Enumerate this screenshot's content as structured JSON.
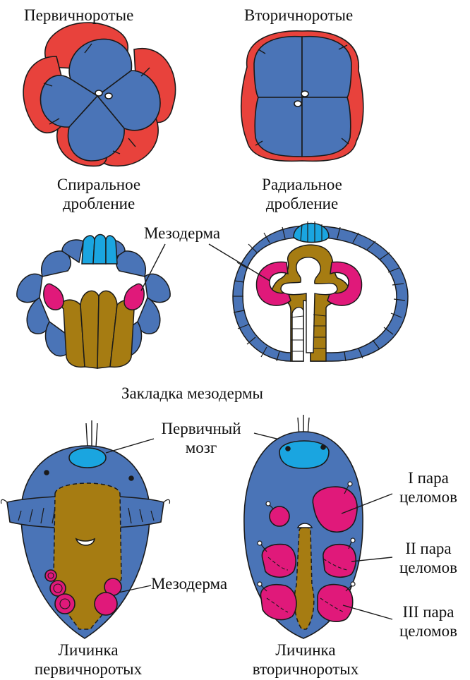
{
  "labels": {
    "protostomes": "Первичноротые",
    "deuterostomes": "Вторичноротые",
    "spiral_line1": "Спиральное",
    "spiral_line2": "дробление",
    "radial_line1": "Радиальное",
    "radial_line2": "дробление",
    "mesoderm_top": "Мезодерма",
    "mesoderm_formation": "Закладка мезодермы",
    "primary_brain_line1": "Первичный",
    "primary_brain_line2": "мозг",
    "mesoderm_bottom": "Мезодерма",
    "coelom1_line1": "I пара",
    "coelom1_line2": "целомов",
    "coelom2_line1": "II пара",
    "coelom2_line2": "целомов",
    "coelom3_line1": "III пара",
    "coelom3_line2": "целомов",
    "larva_proto_line1": "Личинка",
    "larva_proto_line2": "первичноротых",
    "larva_deutero_line1": "Личинка",
    "larva_deutero_line2": "вторичноротых"
  },
  "colors": {
    "blastomere_blue": "#4a74b7",
    "small_cells_red": "#e8423c",
    "brain_cyan": "#1aa5e0",
    "endoderm_olive": "#a67c12",
    "mesoderm_magenta": "#e0197a",
    "outline": "#1a1a1a"
  }
}
